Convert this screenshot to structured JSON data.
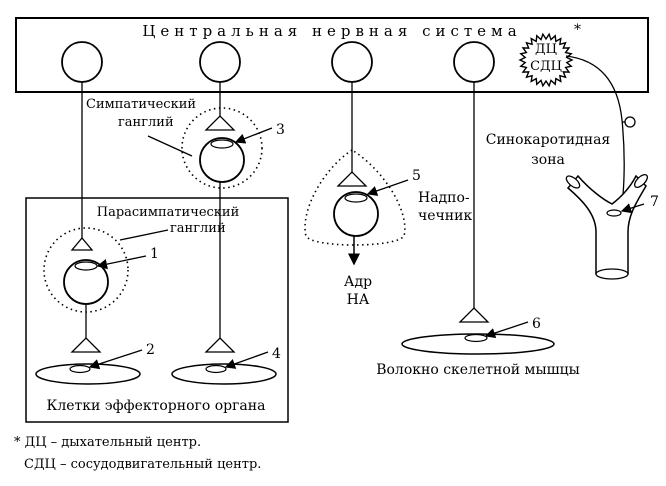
{
  "cns_label": "Центральная нервная система",
  "sdc_top": "ДЦ",
  "sdc_bottom": "СДЦ",
  "asterisk": "*",
  "sympathetic_ganglion_line1": "Симпатический",
  "sympathetic_ganglion_line2": "ганглий",
  "parasympathetic_ganglion_line1": "Парасимпатический",
  "parasympathetic_ganglion_line2": "ганглий",
  "adrenal_line1": "Надпо-",
  "adrenal_line2": "чечник",
  "output_line1": "Адр",
  "output_line2": "НА",
  "carotid_line1": "Синокаротидная",
  "carotid_line2": "зона",
  "effector_label": "Клетки эффекторного органа",
  "muscle_label": "Волокно скелетной мышцы",
  "num1": "1",
  "num2": "2",
  "num3": "3",
  "num4": "4",
  "num5": "5",
  "num6": "6",
  "num7": "7",
  "footnote_line1": "* ДЦ – дыхательный центр.",
  "footnote_line2": "СДЦ – сосудодвигательный центр."
}
